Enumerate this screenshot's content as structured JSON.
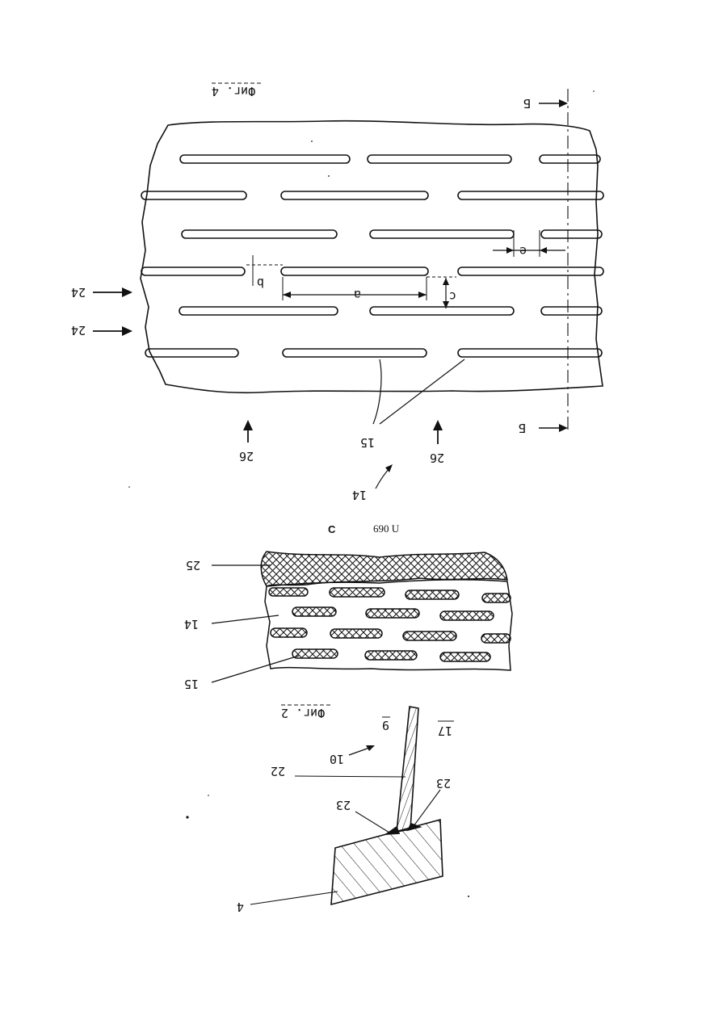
{
  "figure4": {
    "caption": "Фиг. 4",
    "labels": {
      "a": "а",
      "b": "b",
      "c": "c",
      "e": "е",
      "section": "Б",
      "ref15": "15",
      "ref14": "14",
      "ref24": "24",
      "ref26": "26"
    }
  },
  "figure5": {
    "stamp_letter": "C",
    "stamp_number": "690 U",
    "labels": {
      "ref25": "25",
      "ref14": "14",
      "ref15": "15"
    }
  },
  "figure2": {
    "caption": "Фиг. 2",
    "labels": {
      "ref9": "9",
      "ref17": "17",
      "ref10": "10",
      "ref22": "22",
      "ref23a": "23",
      "ref23b": "23",
      "ref4": "4"
    }
  },
  "colors": {
    "ink": "#111111",
    "paper": "#ffffff"
  }
}
